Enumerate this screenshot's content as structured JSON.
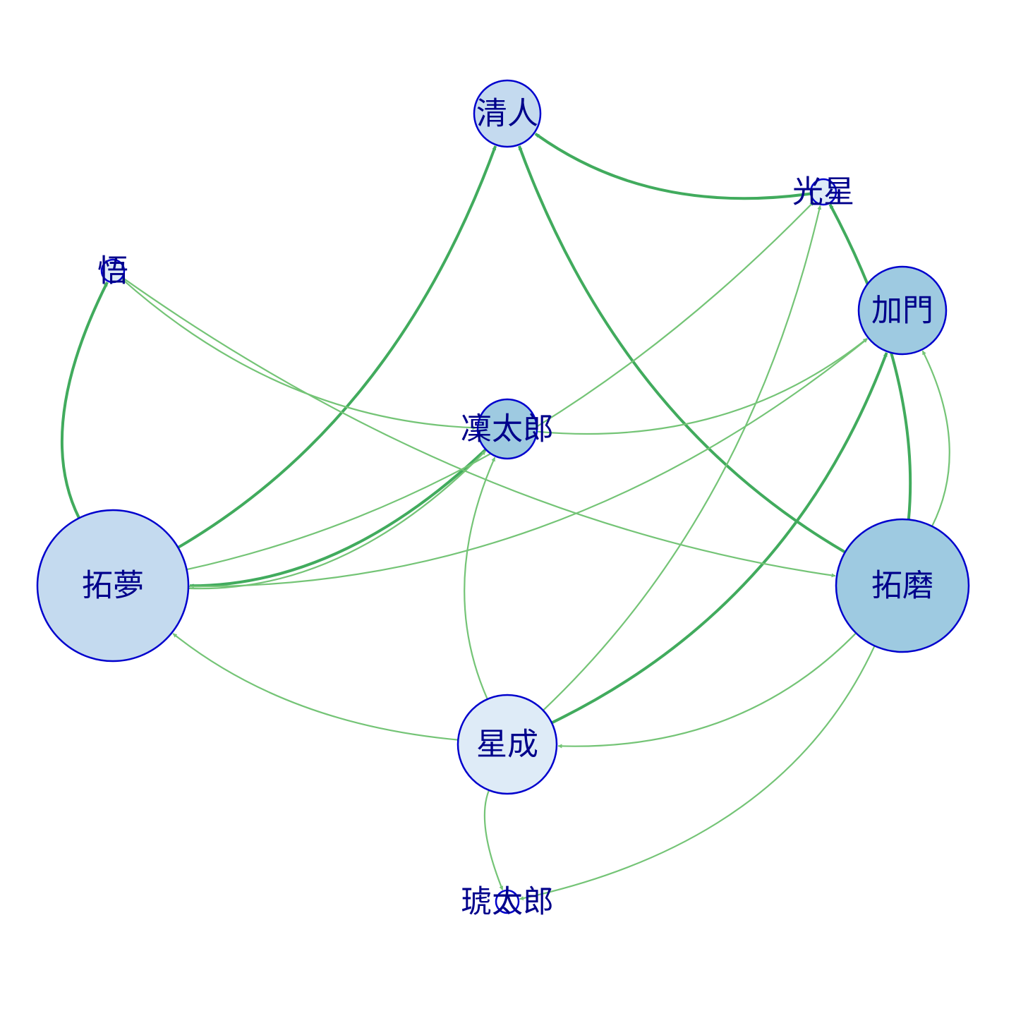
{
  "nodes": [
    {
      "id": "kiyoto",
      "label": "清人",
      "fill": "#c4daef"
    },
    {
      "id": "kosei",
      "label": "光星",
      "fill": "#deebf7"
    },
    {
      "id": "satoru",
      "label": "悟",
      "fill": "#deebf7"
    },
    {
      "id": "kamon",
      "label": "加門",
      "fill": "#9ecae1"
    },
    {
      "id": "rintaro",
      "label": "凜太郎",
      "fill": "#9ecae1"
    },
    {
      "id": "takumu",
      "label": "拓夢",
      "fill": "#c4daef"
    },
    {
      "id": "takuma",
      "label": "拓磨",
      "fill": "#9ecae1"
    },
    {
      "id": "seina",
      "label": "星成",
      "fill": "#deebf7"
    },
    {
      "id": "kotaro",
      "label": "琥太郎",
      "fill": "#ffffff"
    }
  ],
  "edges": [
    {
      "from": "takumu",
      "to": "kiyoto",
      "weight": "strong"
    },
    {
      "from": "kosei",
      "to": "kiyoto",
      "weight": "strong"
    },
    {
      "from": "takuma",
      "to": "kiyoto",
      "weight": "strong"
    },
    {
      "from": "takumu",
      "to": "satoru",
      "weight": "strong"
    },
    {
      "from": "rintaro",
      "to": "takumu",
      "weight": "strong"
    },
    {
      "from": "takuma",
      "to": "kosei",
      "weight": "strong"
    },
    {
      "from": "seina",
      "to": "kamon",
      "weight": "strong"
    },
    {
      "from": "takumu",
      "to": "kosei",
      "weight": "weak"
    },
    {
      "from": "takumu",
      "to": "kamon",
      "weight": "weak"
    },
    {
      "from": "takumu",
      "to": "rintaro",
      "weight": "weak"
    },
    {
      "from": "satoru",
      "to": "rintaro",
      "weight": "weak"
    },
    {
      "from": "satoru",
      "to": "takuma",
      "weight": "weak"
    },
    {
      "from": "rintaro",
      "to": "kamon",
      "weight": "weak"
    },
    {
      "from": "takuma",
      "to": "kamon",
      "weight": "weak"
    },
    {
      "from": "seina",
      "to": "rintaro",
      "weight": "weak"
    },
    {
      "from": "seina",
      "to": "kosei",
      "weight": "weak"
    },
    {
      "from": "seina",
      "to": "takumu",
      "weight": "weak"
    },
    {
      "from": "takuma",
      "to": "seina",
      "weight": "weak"
    },
    {
      "from": "seina",
      "to": "kotaro",
      "weight": "weak"
    },
    {
      "from": "takuma",
      "to": "kotaro",
      "weight": "weak"
    }
  ],
  "colors": {
    "edge_strong": "#41ab5d",
    "edge_weak": "#74c476",
    "node_stroke": "#0000cd",
    "label": "#00008b"
  }
}
